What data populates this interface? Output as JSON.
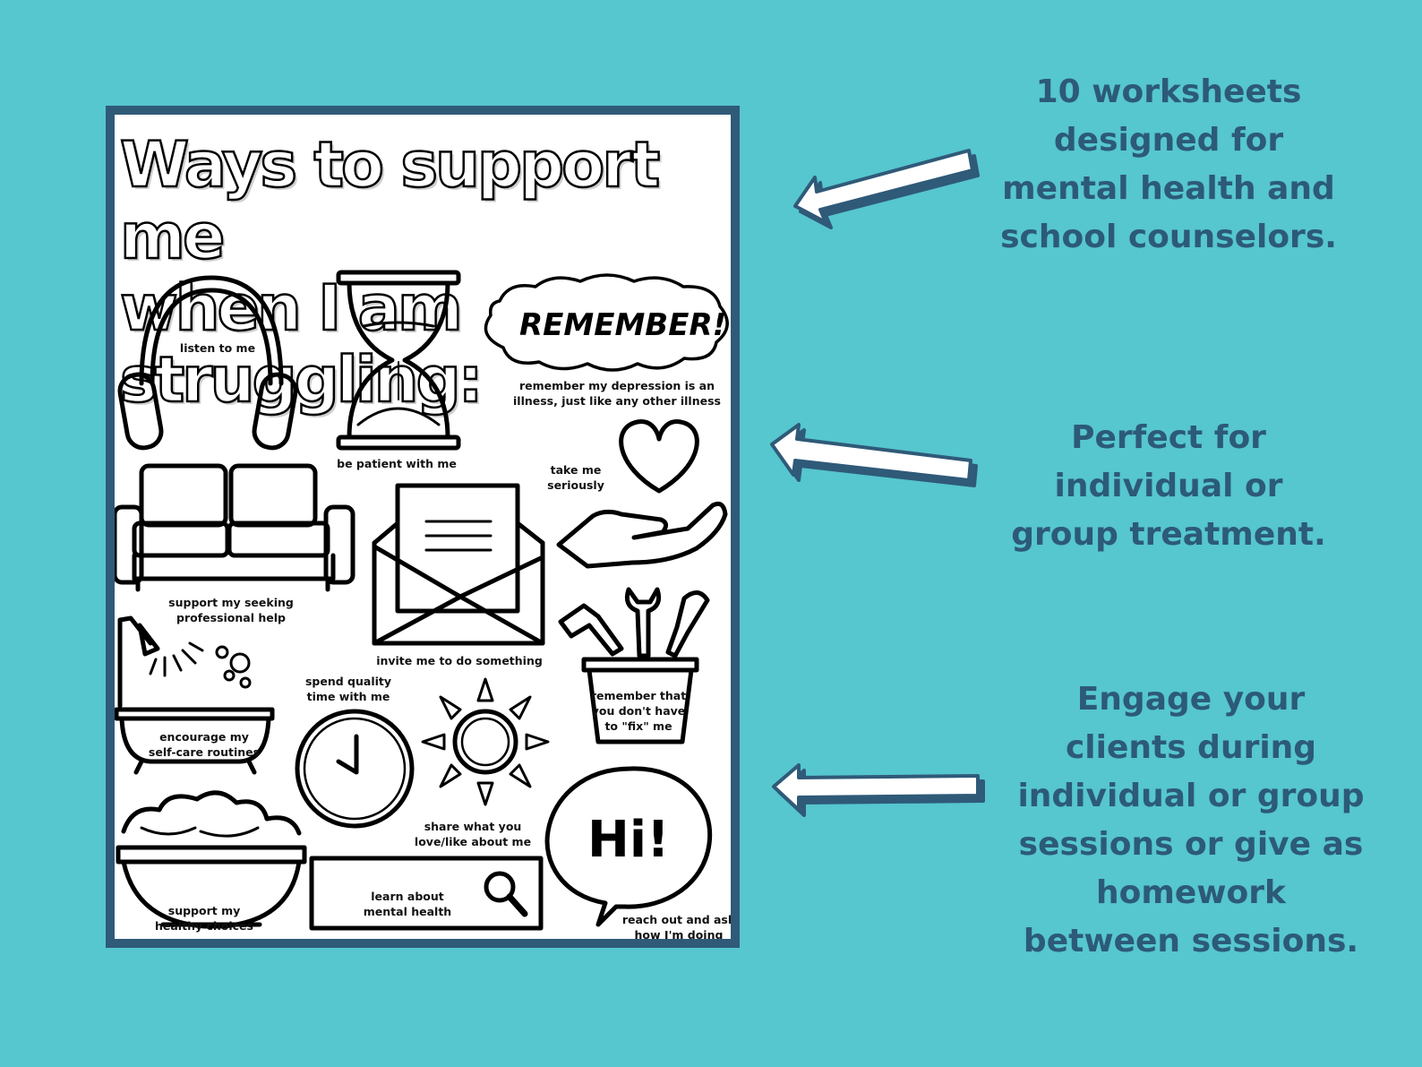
{
  "worksheet": {
    "title": "Ways to support me\nwhen I am struggling:",
    "remember_badge": "REMEMBER!",
    "hi_bubble": "Hi!",
    "items": {
      "listen": "listen to me",
      "patient": "be patient with me",
      "depression": "remember my depression is an\nillness, just like any other illness",
      "seriously": "take me\nseriously",
      "professional": "support my seeking\nprofessional help",
      "invite": "invite me to do something",
      "quality_time": "spend quality\ntime with me",
      "self_care": "encourage my\nself-care routines",
      "fix": "remember that\nyou don't have\nto \"fix\" me",
      "share": "share what you\nlove/like about me",
      "healthy": "support my\nhealthy choices",
      "learn": "learn about\nmental health",
      "reach_out": "reach out and ask\nhow I'm doing"
    }
  },
  "callouts": [
    {
      "text": "10 worksheets\ndesigned for\nmental health and\nschool counselors."
    },
    {
      "text": "Perfect for\nindividual or\ngroup treatment."
    },
    {
      "text": "Engage your\nclients during\nindividual or group\nsessions or give as\nhomework\nbetween sessions."
    }
  ],
  "colors": {
    "background": "#56c6cf",
    "frame": "#2f5a78",
    "callout_text": "#2c5a77"
  }
}
